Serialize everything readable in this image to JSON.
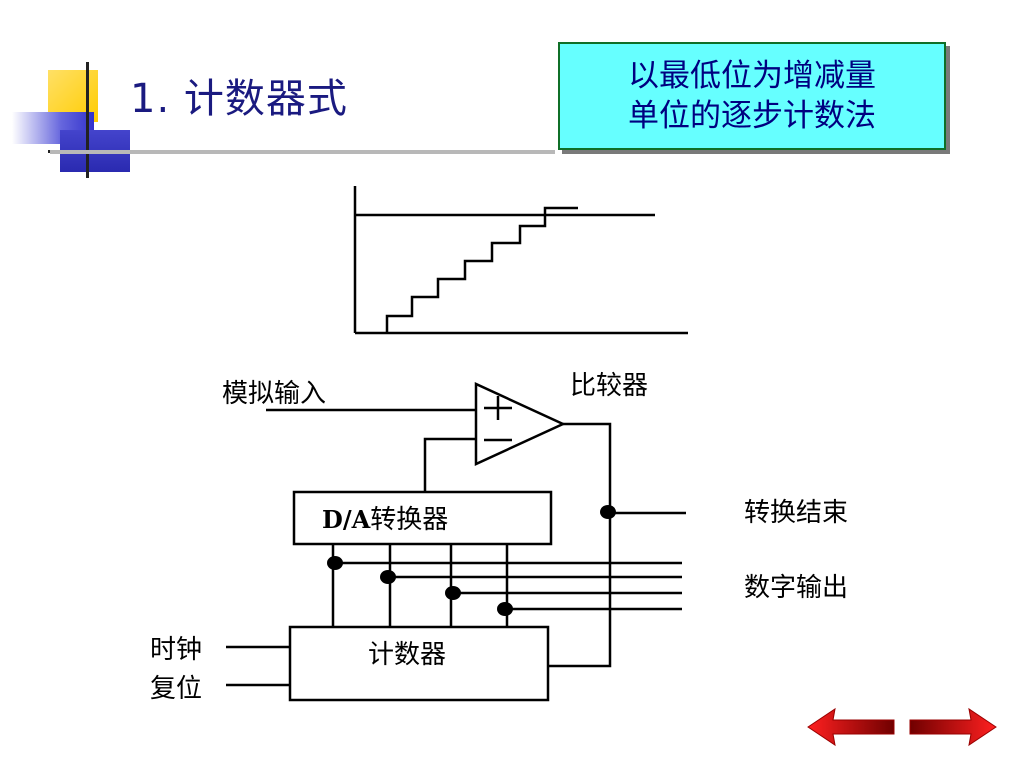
{
  "title": "1. 计数器式",
  "callout": "以最低位为增减量\n单位的逐步计数法",
  "diagram": {
    "analog_input_label": "模拟输入",
    "comparator_label": "比较器",
    "plus_sign": "+",
    "minus_sign": "−",
    "dac_label_bold": "D/A",
    "dac_label_rest": "转换器",
    "counter_label": "计数器",
    "conversion_end_label": "转换结束",
    "digital_output_label": "数字输出",
    "clock_label": "时钟",
    "reset_label": "复位"
  },
  "colors": {
    "title": "#1a1a80",
    "callout_bg": "#66ffff",
    "callout_border": "#0f6f28",
    "arrow_red": "#e01010",
    "deco_yellow": "#ffcc00",
    "deco_blue": "#3333cc"
  },
  "nav": {
    "back_icon": "arrow-left-icon",
    "forward_icon": "arrow-right-icon"
  }
}
